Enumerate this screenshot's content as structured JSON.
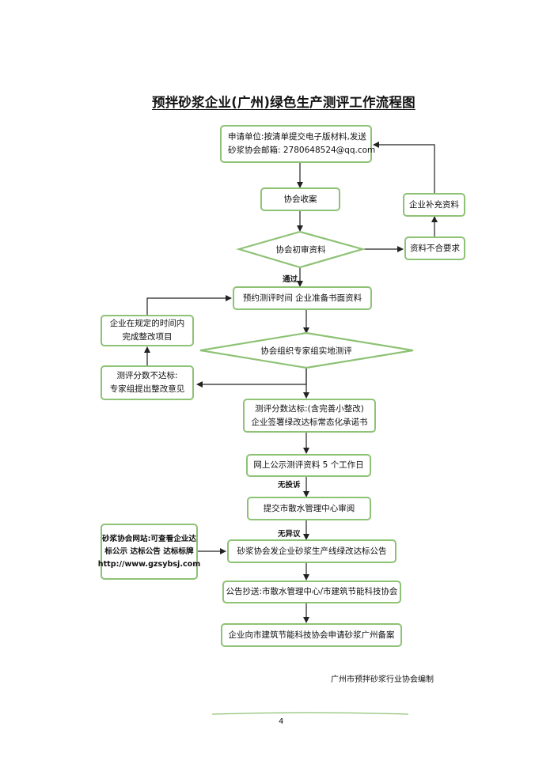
{
  "title": "预拌砂浆企业(广州)绿色生产测评工作流程图",
  "nodes": {
    "apply": [
      "申请单位:按清单提交电子版材料,发送",
      "砂浆协会邮箱:   2780648524@qq.com"
    ],
    "receive": "协会收案",
    "review": "协会初审资料",
    "reject": "资料不合要求",
    "supplement": "企业补充资料",
    "schedule": "预约测评时间  企业准备书面资料",
    "evaluate": "协会组织专家组实地测评",
    "fail": [
      "测评分数不达标:",
      "专家组提出整改意见"
    ],
    "rectify": [
      "企业在规定的时间内",
      "完成整改项目"
    ],
    "pass": [
      "测评分数达标:(含完善小整改)",
      "企业签署绿改达标常态化承诺书"
    ],
    "publicize": "网上公示测评资料 5 个工作日",
    "submit": "提交市散水管理中心审阅",
    "announce": "砂浆协会发企业砂浆生产线绿改达标公告",
    "cc": "公告抄送:市散水管理中心/市建筑节能科技协会",
    "filing": "企业向市建筑节能科技协会申请砂浆广州备案",
    "website": [
      "砂浆协会网站:可查看企业达",
      "标公示  达标公告  达标标牌",
      "http://www.gzsybsj.com"
    ]
  },
  "edge_labels": {
    "passed": "通过",
    "no_complaint": "无投诉",
    "no_objection": "无异议"
  },
  "footer": "广州市预拌砂浆行业协会编制",
  "page_number": "4",
  "colors": {
    "border": "#8ec275",
    "arrow": "#222222"
  }
}
